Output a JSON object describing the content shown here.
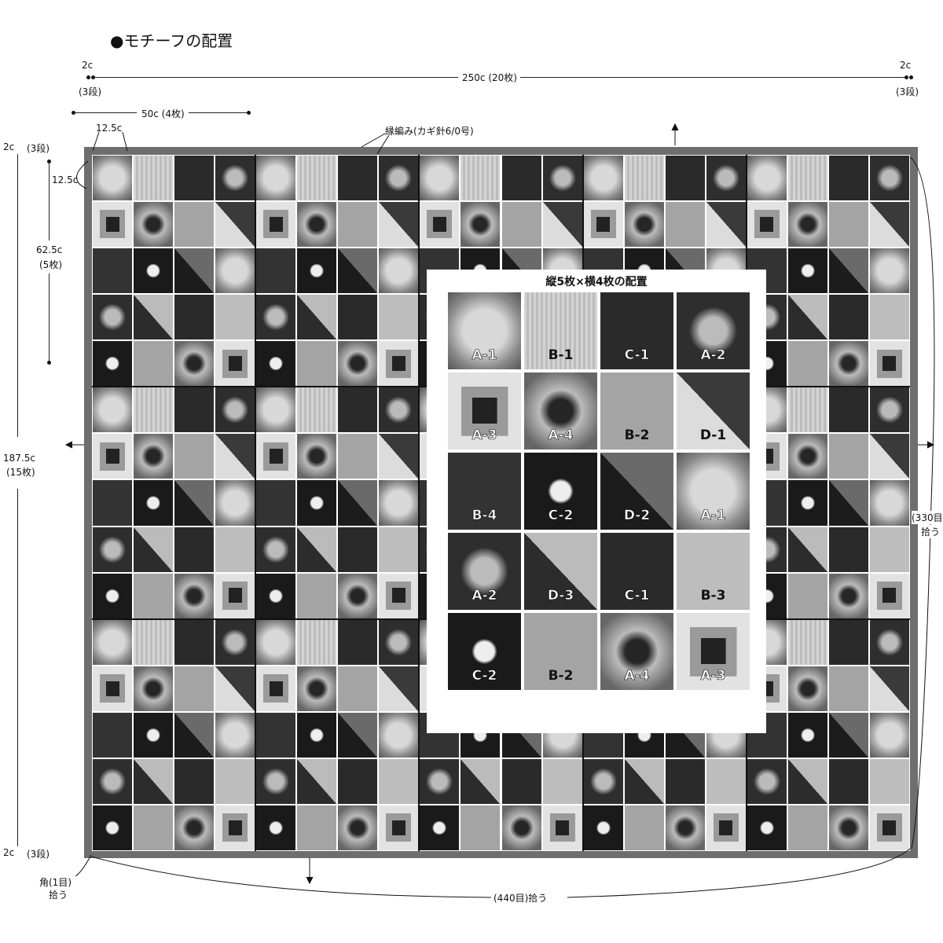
{
  "title": "●モチーフの配置",
  "dims": {
    "edge_top_left": "2c",
    "edge_rows_left": "(3段)",
    "total_width": "250c (20枚)",
    "edge_top_right": "2c",
    "edge_rows_right": "(3段)",
    "block_width": "50c (4枚)",
    "motif_w": "12.5c",
    "motif_h": "12.5c",
    "edge_left_top": "2c",
    "edge_left_top_rows": "(3段)",
    "block_height": "62.5c",
    "block_height_count": "(5枚)",
    "total_height": "187.5c",
    "total_height_count": "(15枚)",
    "edge_left_bottom": "2c",
    "edge_left_bottom_rows": "(3段)",
    "border_label": "縁編み(カギ針6/0号)",
    "corner_label": "角(1目)",
    "corner_pick": "拾う",
    "bottom_pick": "(440目)拾う",
    "right_pick_1": "(330目",
    "right_pick_2": "拾う"
  },
  "inset": {
    "title": "縦5枚×横4枚の配置",
    "rows": [
      [
        "A-1",
        "B-1",
        "C-1",
        "A-2"
      ],
      [
        "A-3",
        "A-4",
        "B-2",
        "D-1"
      ],
      [
        "B-4",
        "C-2",
        "D-2",
        "A-1"
      ],
      [
        "A-2",
        "D-3",
        "C-1",
        "B-3"
      ],
      [
        "C-2",
        "B-2",
        "A-4",
        "A-3"
      ]
    ]
  },
  "colors": {
    "frame": "#6e6e6e"
  }
}
